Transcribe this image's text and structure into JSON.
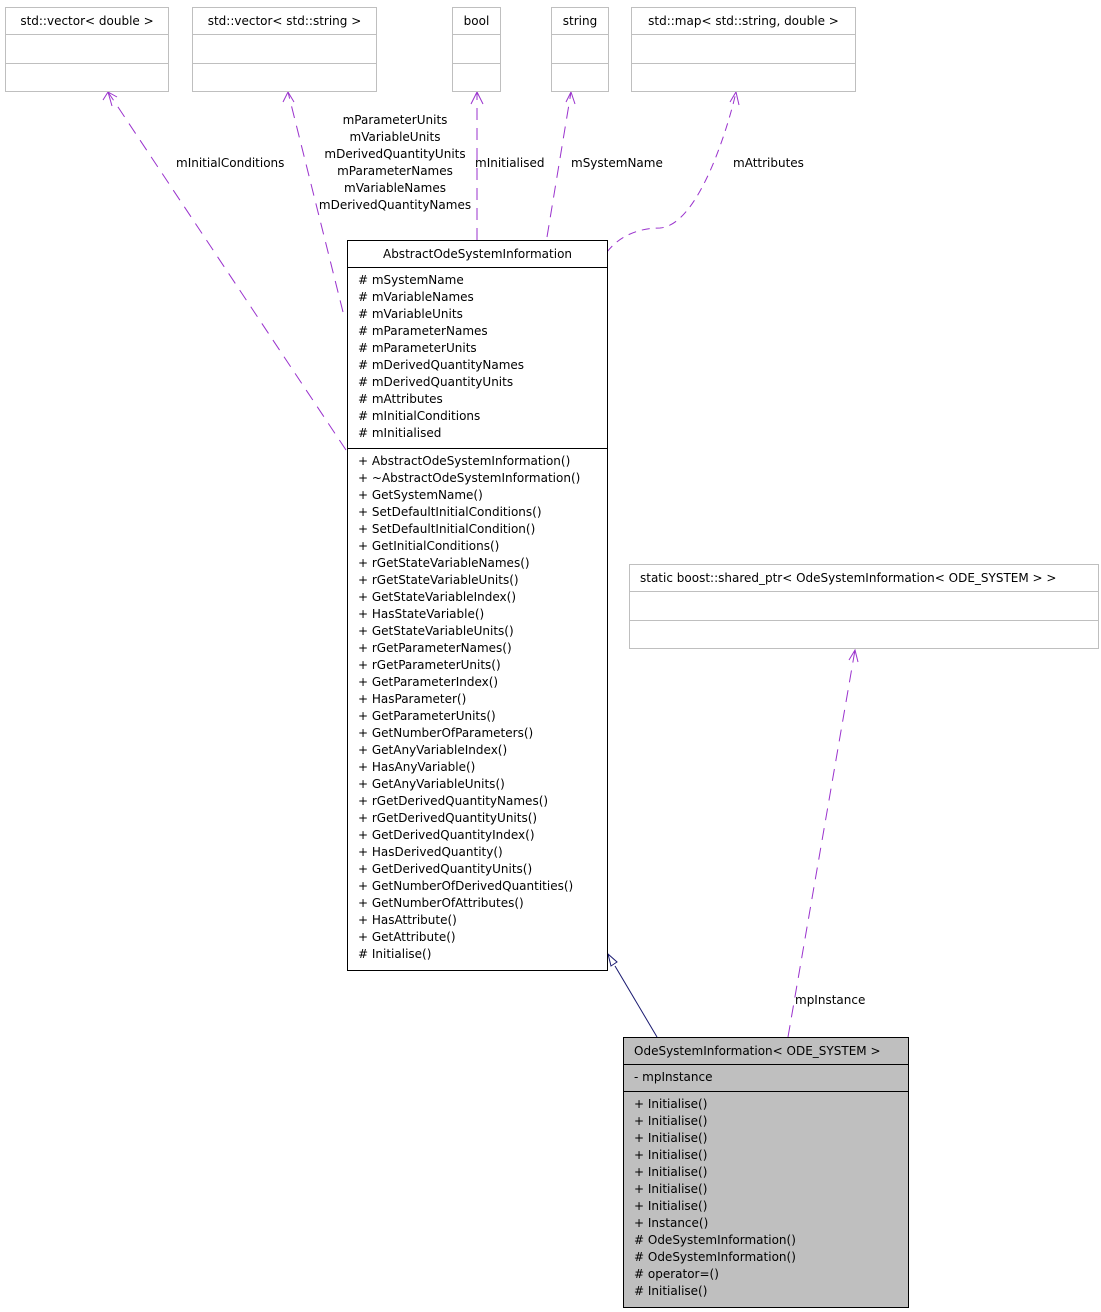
{
  "external_classes": {
    "vector_double": {
      "name": "std::vector< double >"
    },
    "vector_string": {
      "name": "std::vector< std::string >"
    },
    "bool": {
      "name": "bool"
    },
    "string": {
      "name": "string"
    },
    "map": {
      "name": "std::map< std::string, double >"
    },
    "shared_ptr": {
      "name": "static boost::shared_ptr< OdeSystemInformation< ODE_SYSTEM > >"
    }
  },
  "abstract_class": {
    "name": "AbstractOdeSystemInformation",
    "attributes": [
      "# mSystemName",
      "# mVariableNames",
      "# mVariableUnits",
      "# mParameterNames",
      "# mParameterUnits",
      "# mDerivedQuantityNames",
      "# mDerivedQuantityUnits",
      "# mAttributes",
      "# mInitialConditions",
      "# mInitialised"
    ],
    "methods": [
      "+ AbstractOdeSystemInformation()",
      "+ ~AbstractOdeSystemInformation()",
      "+ GetSystemName()",
      "+ SetDefaultInitialConditions()",
      "+ SetDefaultInitialCondition()",
      "+ GetInitialConditions()",
      "+ rGetStateVariableNames()",
      "+ rGetStateVariableUnits()",
      "+ GetStateVariableIndex()",
      "+ HasStateVariable()",
      "+ GetStateVariableUnits()",
      "+ rGetParameterNames()",
      "+ rGetParameterUnits()",
      "+ GetParameterIndex()",
      "+ HasParameter()",
      "+ GetParameterUnits()",
      "+ GetNumberOfParameters()",
      "+ GetAnyVariableIndex()",
      "+ HasAnyVariable()",
      "+ GetAnyVariableUnits()",
      "+ rGetDerivedQuantityNames()",
      "+ rGetDerivedQuantityUnits()",
      "+ GetDerivedQuantityIndex()",
      "+ HasDerivedQuantity()",
      "+ GetDerivedQuantityUnits()",
      "+ GetNumberOfDerivedQuantities()",
      "+ GetNumberOfAttributes()",
      "+ HasAttribute()",
      "+ GetAttribute()",
      "# Initialise()"
    ]
  },
  "focus_class": {
    "name": "OdeSystemInformation< ODE_SYSTEM >",
    "attributes": [
      "- mpInstance"
    ],
    "methods": [
      "+ Initialise()",
      "+ Initialise()",
      "+ Initialise()",
      "+ Initialise()",
      "+ Initialise()",
      "+ Initialise()",
      "+ Initialise()",
      "+ Instance()",
      "# OdeSystemInformation()",
      "# OdeSystemInformation()",
      "# operator=()",
      "# Initialise()"
    ]
  },
  "edge_labels": {
    "initial_conditions": "mInitialConditions",
    "vector_string_members": [
      "mParameterUnits",
      "mVariableUnits",
      "mDerivedQuantityUnits",
      "mParameterNames",
      "mVariableNames",
      "mDerivedQuantityNames"
    ],
    "initialised": "mInitialised",
    "system_name": "mSystemName",
    "attributes": "mAttributes",
    "instance": "mpInstance"
  },
  "colors": {
    "usage_edge": "#9a32cd",
    "inheritance_edge": "#191970",
    "external_border": "#bfbfbf",
    "focus_fill": "#bfbfbf"
  }
}
